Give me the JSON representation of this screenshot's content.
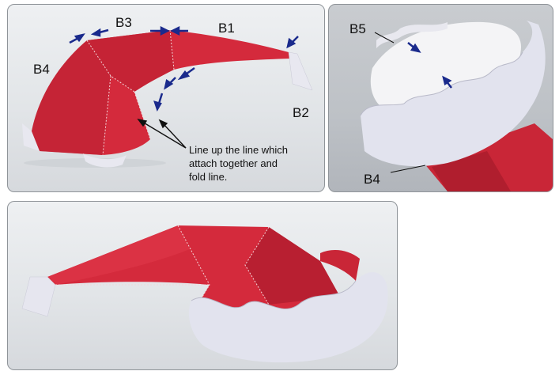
{
  "panel_top_left": {
    "labels": {
      "b1": "B1",
      "b2": "B2",
      "b3": "B3",
      "b4": "B4"
    },
    "note_lines": [
      "Line up the line which",
      "attach together and",
      "fold line."
    ]
  },
  "panel_top_right": {
    "labels": {
      "b5": "B5",
      "b4": "B4"
    }
  },
  "colors": {
    "hat_red": "#d42a3c",
    "hat_red_dark": "#b81f31",
    "fur_white": "#e8e8f0",
    "arrow_navy": "#1a2a8c",
    "panel_border": "#8f9499"
  }
}
